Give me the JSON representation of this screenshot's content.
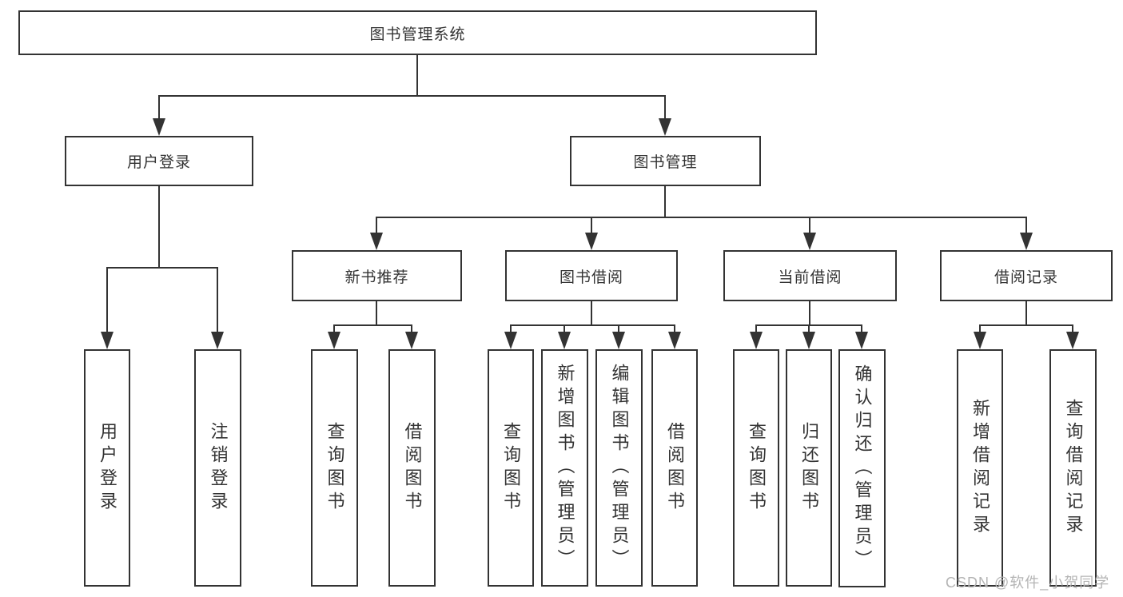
{
  "colors": {
    "line": "#333333",
    "box_border": "#333333",
    "text": "#333333",
    "background": "#ffffff",
    "watermark": "#b4b4b4"
  },
  "watermark": {
    "text": "CSDN @软件_小贺同学"
  },
  "tree": {
    "root": {
      "label": "图书管理系统"
    },
    "branches": [
      {
        "label": "用户登录",
        "children": [
          {
            "label": "用户登录"
          },
          {
            "label": "注销登录"
          }
        ]
      },
      {
        "label": "图书管理",
        "children": [
          {
            "label": "新书推荐",
            "children": [
              {
                "label": "查询图书"
              },
              {
                "label": "借阅图书"
              }
            ]
          },
          {
            "label": "图书借阅",
            "children": [
              {
                "label": "查询图书"
              },
              {
                "label": "新增图书（管理员）"
              },
              {
                "label": "编辑图书（管理员）"
              },
              {
                "label": "借阅图书"
              }
            ]
          },
          {
            "label": "当前借阅",
            "children": [
              {
                "label": "查询图书"
              },
              {
                "label": "归还图书"
              },
              {
                "label": "确认归还（管理员）"
              }
            ]
          },
          {
            "label": "借阅记录",
            "children": [
              {
                "label": "新增借阅记录"
              },
              {
                "label": "查询借阅记录"
              }
            ]
          }
        ]
      }
    ]
  }
}
